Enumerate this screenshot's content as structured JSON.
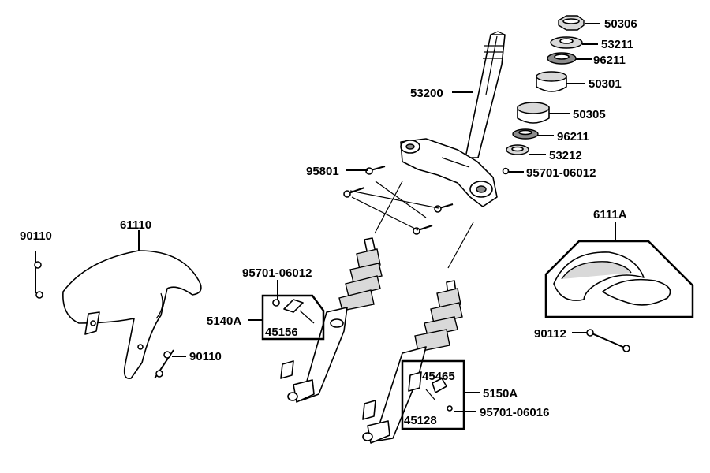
{
  "labels": {
    "p50306": "50306",
    "p53211": "53211",
    "p96211_top": "96211",
    "p50301": "50301",
    "p53200": "53200",
    "p50305": "50305",
    "p96211_bottom": "96211",
    "p53212": "53212",
    "p95801": "95801",
    "p95701_06012_top": "95701-06012",
    "p6111A": "6111A",
    "p90110_left": "90110",
    "p61110": "61110",
    "p95701_06012_left": "95701-06012",
    "p5140A": "5140A",
    "p45156": "45156",
    "p90112": "90112",
    "p90110_bottom": "90110",
    "p45465": "45465",
    "p5150A": "5150A",
    "p45128": "45128",
    "p95701_06016": "95701-06016"
  }
}
